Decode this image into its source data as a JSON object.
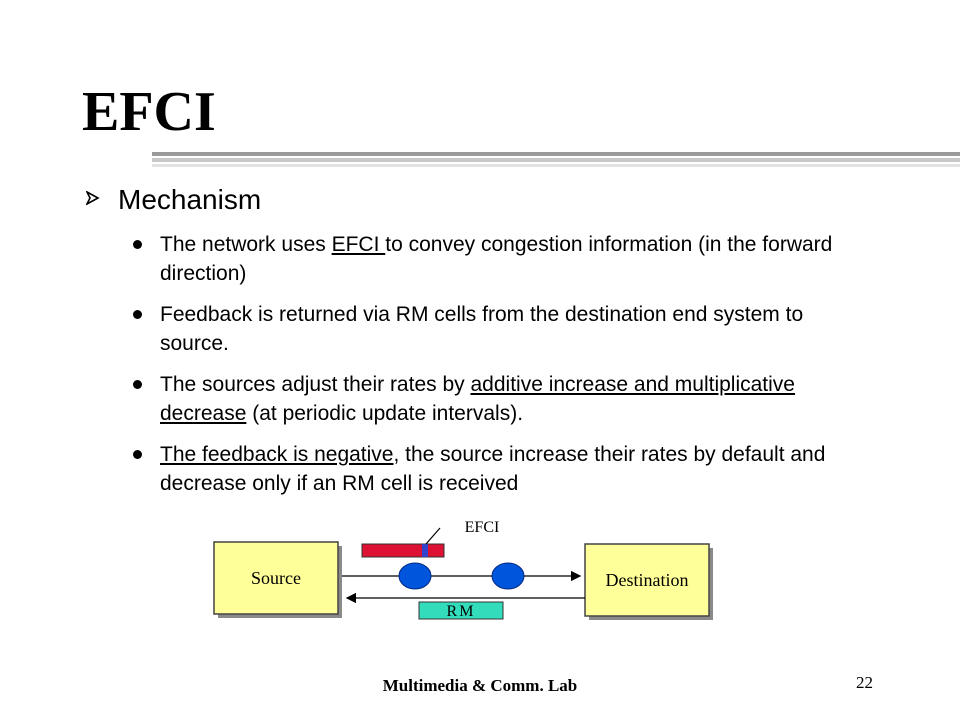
{
  "slide": {
    "title": "EFCI",
    "level1": "Mechanism",
    "bullets": [
      {
        "parts": [
          {
            "t": "The network uses "
          },
          {
            "t": "EFCI ",
            "u": true
          },
          {
            "t": "to convey congestion information (in the forward direction)"
          }
        ]
      },
      {
        "parts": [
          {
            "t": "Feedback is returned via RM cells from the destination end system to source."
          }
        ]
      },
      {
        "parts": [
          {
            "t": "The sources adjust their rates by "
          },
          {
            "t": "additive increase and multiplicative decrease",
            "u": true
          },
          {
            "t": " (at periodic update intervals)."
          }
        ]
      },
      {
        "parts": [
          {
            "t": "The feedback is negative",
            "u": true
          },
          {
            "t": ", the source increase their rates by default and decrease only if an RM cell is received"
          }
        ]
      }
    ]
  },
  "diagram": {
    "efci_label": "EFCI",
    "source_label": "Source",
    "destination_label": "Destination",
    "rm_label": "RM",
    "colors": {
      "box": "#ffff99",
      "cell": "#dd1133",
      "node": "#0055dd",
      "rm": "#33ddbb"
    }
  },
  "footer": {
    "lab": "Multimedia & Comm. Lab",
    "page": "22"
  }
}
